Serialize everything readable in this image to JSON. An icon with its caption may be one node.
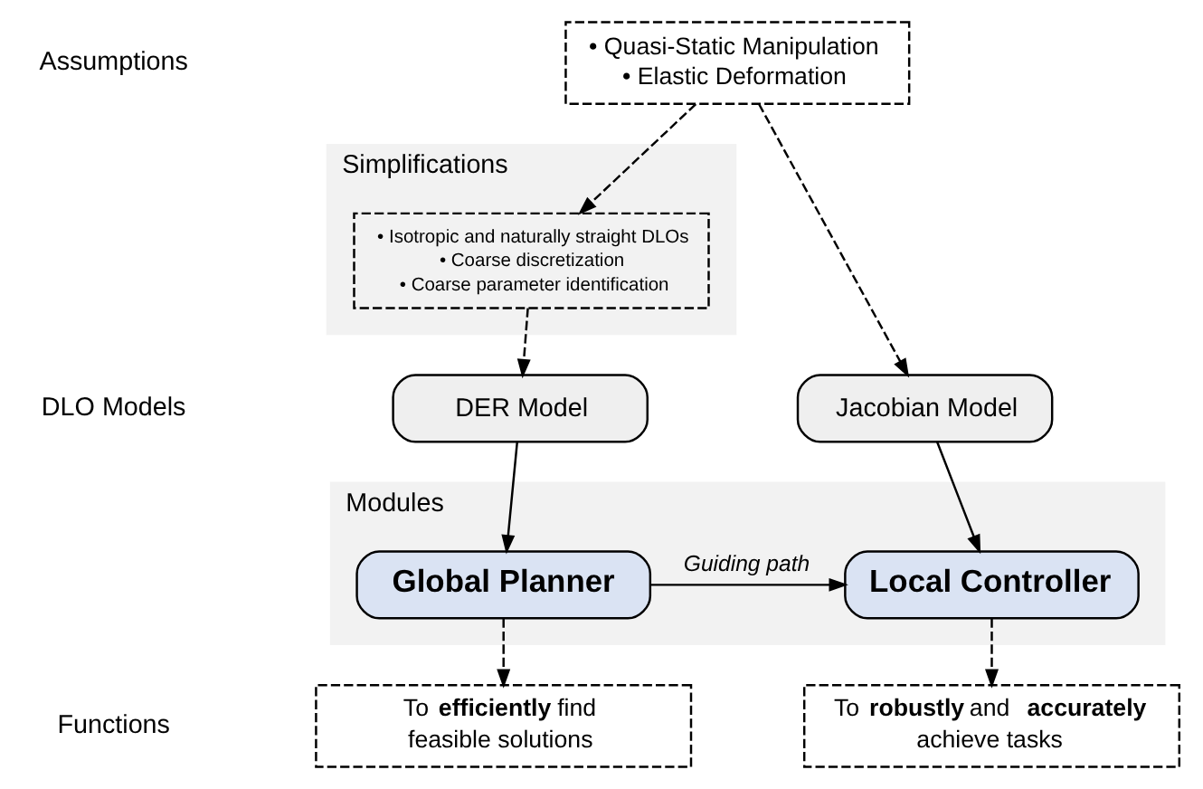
{
  "diagram": {
    "nodes": [
      {
        "text": [
          "• Quasi-Static Manipulation",
          "• Elastic Deformation"
        ]
      },
      {
        "text": [
          "Simplifications"
        ]
      },
      {
        "text": [
          "• Isotropic and naturally straight DLOs",
          "• Coarse discretization",
          "• Coarse parameter identification"
        ],
        "in": 1
      },
      {
        "text": [
          "DER Model"
        ]
      },
      {
        "text": [
          "Jacobian Model"
        ]
      },
      {
        "text": [
          "Modules"
        ]
      },
      {
        "text": [
          "Global Planner"
        ],
        "in": 5
      },
      {
        "text": [
          "Local Controller"
        ],
        "in": 5
      },
      {
        "text": [
          "To **efficiently** find feasible solutions"
        ]
      },
      {
        "text": [
          "To **robustly** and **accurately** achieve tasks"
        ]
      }
    ],
    "edges": [
      {
        "from": 0,
        "to": 2,
        "arrow": "to",
        "style": "dashed"
      },
      {
        "from": 0,
        "to": 4,
        "arrow": "to",
        "style": "dashed"
      },
      {
        "from": 2,
        "to": 3,
        "arrow": "to",
        "style": "dashed"
      },
      {
        "from": 3,
        "to": 6,
        "arrow": "to"
      },
      {
        "from": 4,
        "to": 7,
        "arrow": "to"
      },
      {
        "from": 6,
        "to": 7,
        "arrow": "to",
        "label": "Guiding path"
      },
      {
        "from": 6,
        "to": 8,
        "arrow": "to",
        "style": "dashed"
      },
      {
        "from": 7,
        "to": 9,
        "arrow": "to",
        "style": "dashed"
      }
    ],
    "labels": [
      "Assumptions",
      "DLO Models",
      "Functions"
    ]
  }
}
